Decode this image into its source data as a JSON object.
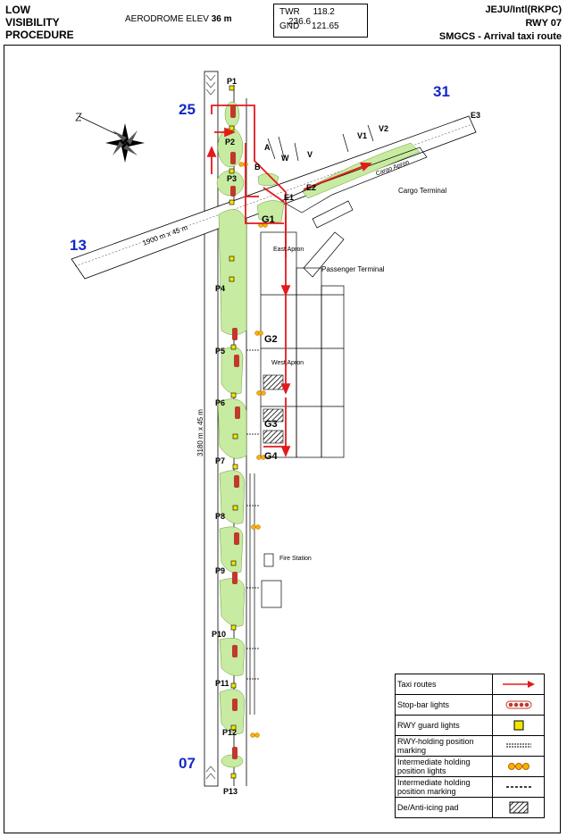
{
  "header": {
    "procedure_lines": [
      "LOW",
      "VISIBILITY",
      "PROCEDURE"
    ],
    "elev_label": "AERODROME ELEV",
    "elev_value": "36 m",
    "freqs": [
      {
        "name": "TWR",
        "f1": "118.2",
        "f2": "236.6"
      },
      {
        "name": "GND",
        "f1": "121.65",
        "f2": ""
      }
    ],
    "airport": "JEJU/Intl(RKPC)",
    "runway": "RWY 07",
    "chart_title": "SMGCS - Arrival taxi route"
  },
  "runway_labels": {
    "r25": "25",
    "r07": "07",
    "r31": "31",
    "r13": "13"
  },
  "runway_dims": {
    "main": "3180 m x 45 m",
    "cross": "1900 m x 45 m"
  },
  "taxiways": {
    "p": [
      "P1",
      "P2",
      "P3",
      "P4",
      "P5",
      "P6",
      "P7",
      "P8",
      "P9",
      "P10",
      "P11",
      "P12",
      "P13"
    ],
    "g": [
      "G1",
      "G2",
      "G3",
      "G4"
    ],
    "e": [
      "E1",
      "E2",
      "E3"
    ],
    "v": [
      "V",
      "V1",
      "V2"
    ],
    "other": [
      "A",
      "B",
      "W"
    ]
  },
  "areas": {
    "east_apron": "East Apron",
    "west_apron": "West Apron",
    "passenger_terminal": "Passenger Terminal",
    "cargo_terminal": "Cargo Terminal",
    "cargo_apron": "Cargo Apron",
    "fire_station": "Fire Station"
  },
  "legend": [
    {
      "label": "Taxi routes",
      "symbol": "arrow-icon"
    },
    {
      "label": "Stop-bar lights",
      "symbol": "stopbar-icon"
    },
    {
      "label": "RWY guard lights",
      "symbol": "guard-icon"
    },
    {
      "label": "RWY-holding position marking",
      "symbol": "holding-icon"
    },
    {
      "label": "Intermediate holding position lights",
      "symbol": "intlights-icon"
    },
    {
      "label": "Intermediate holding position marking",
      "symbol": "intmark-icon"
    },
    {
      "label": "De/Anti-icing pad",
      "symbol": "deice-icon"
    }
  ],
  "colors": {
    "route": "#e31a1c",
    "grass": "#c7eba0",
    "stopbar": "#c0392b",
    "guard": "#f2e600",
    "label_blue": "#1428c8"
  }
}
